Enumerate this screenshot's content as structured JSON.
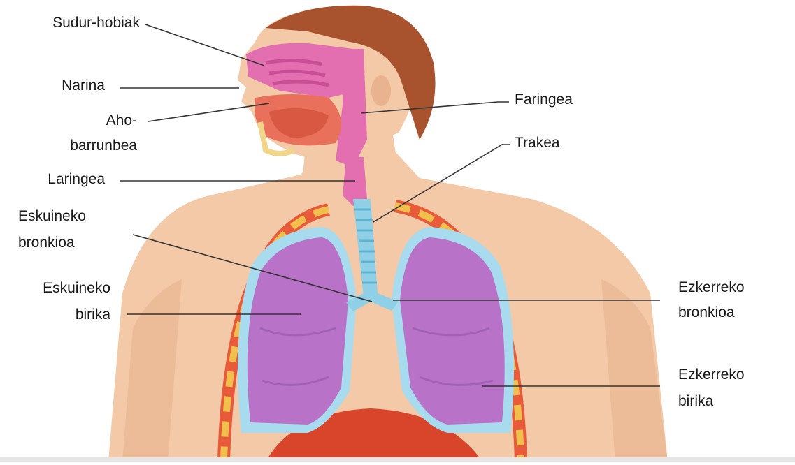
{
  "labels": {
    "sudur_hobiak": "Sudur-hobiak",
    "narina": "Narina",
    "aho_line1": "Aho-",
    "aho_line2": "barrunbea",
    "laringea": "Laringea",
    "eskuineko_bronkioa_1": "Eskuineko",
    "eskuineko_bronkioa_2": "bronkioa",
    "eskuineko_birika_1": "Eskuineko",
    "eskuineko_birika_2": "birika",
    "faringea": "Faringea",
    "trakea": "Trakea",
    "ezkerreko_bronkioa_1": "Ezkerreko",
    "ezkerreko_bronkioa_2": "bronkioa",
    "ezkerreko_birika_1": "Ezkerreko",
    "ezkerreko_birika_2": "birika"
  },
  "colors": {
    "skin": "#f3c9a8",
    "skin_shade": "#e8b38e",
    "hair": "#a8522e",
    "nasal": "#e36fb0",
    "lung": "#b873c8",
    "lung_dark": "#9a5aab",
    "pleura": "#a9dbee",
    "trachea": "#8fd0e6",
    "rib": "#f1c04c",
    "rib_red": "#e85a3a",
    "diaphragm": "#d9452b",
    "leader": "#333333"
  }
}
